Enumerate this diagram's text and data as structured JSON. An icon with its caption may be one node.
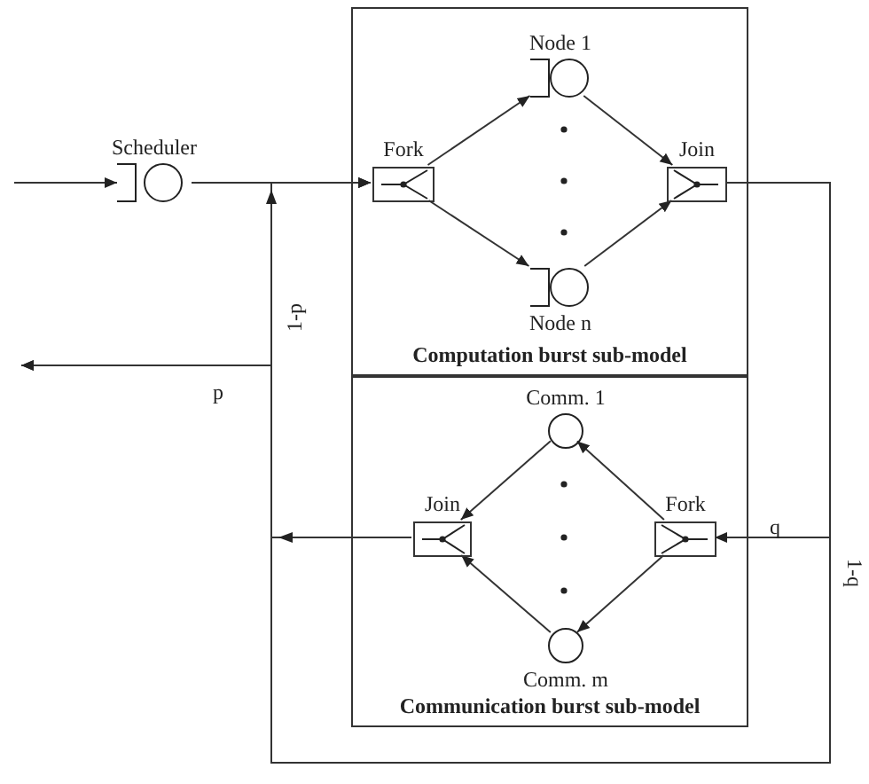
{
  "diagram": {
    "nodes": [
      {
        "text": [
          "Scheduler"
        ]
      },
      {
        "text": [
          "Computation burst sub-model"
        ]
      },
      {
        "text": [
          "Fork"
        ],
        "in": 1
      },
      {
        "text": [
          "Node 1"
        ],
        "in": 1
      },
      {
        "text": [
          "Node n"
        ],
        "in": 1
      },
      {
        "text": [
          "Join"
        ],
        "in": 1
      },
      {
        "text": [
          "Communication burst sub-model"
        ]
      },
      {
        "text": [
          "Comm. 1"
        ],
        "in": 6
      },
      {
        "text": [
          "Join"
        ],
        "in": 6
      },
      {
        "text": [
          "Fork"
        ],
        "in": 6
      },
      {
        "text": [
          "Comm. m"
        ],
        "in": 6
      }
    ],
    "edges": [
      {
        "from": null,
        "to": 0,
        "arrow": "to"
      },
      {
        "from": 0,
        "to": 2,
        "arrow": "to"
      },
      {
        "from": 2,
        "to": 3,
        "arrow": "to"
      },
      {
        "from": 2,
        "to": 4,
        "arrow": "to"
      },
      {
        "from": 3,
        "to": 5,
        "arrow": "to"
      },
      {
        "from": 4,
        "to": 5,
        "arrow": "to"
      },
      {
        "from": 5,
        "to": 9,
        "arrow": "to",
        "label": "q"
      },
      {
        "from": 5,
        "to": 2,
        "arrow": "to",
        "label": "1-q"
      },
      {
        "from": 9,
        "to": 7,
        "arrow": "to"
      },
      {
        "from": 9,
        "to": 10,
        "arrow": "to"
      },
      {
        "from": 7,
        "to": 8,
        "arrow": "to"
      },
      {
        "from": 10,
        "to": 8,
        "arrow": "to"
      },
      {
        "from": 8,
        "to": 2,
        "arrow": "to",
        "label": "1-p"
      },
      {
        "from": 8,
        "to": null,
        "arrow": "to",
        "label": "p"
      },
      {
        "from": 5,
        "to": null,
        "arrow": "to"
      }
    ]
  }
}
